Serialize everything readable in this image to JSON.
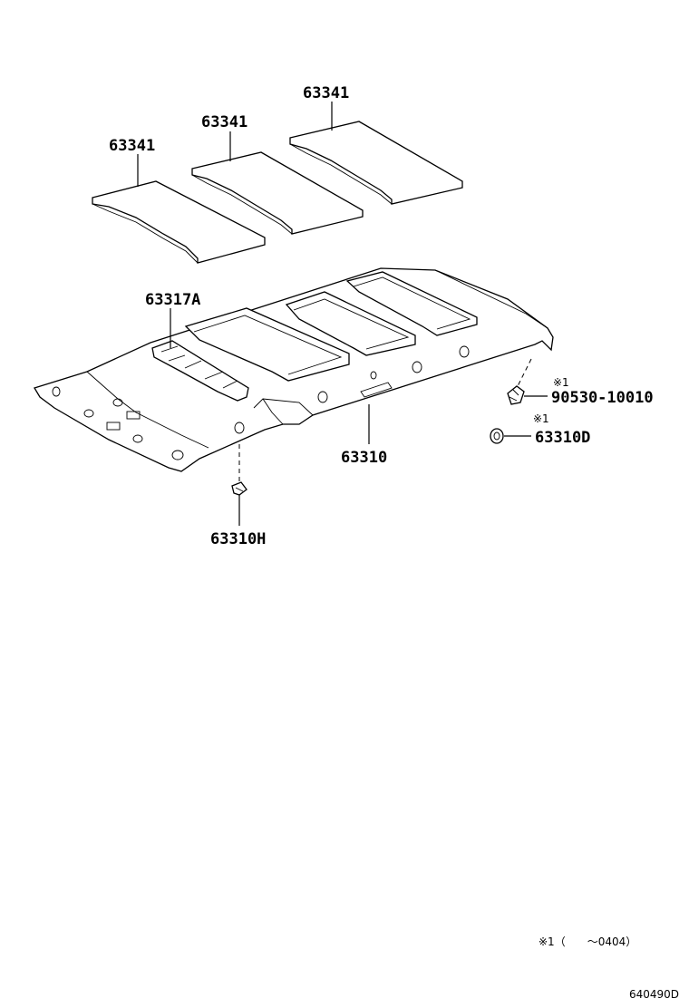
{
  "diagram": {
    "callouts": {
      "pad_left": "63341",
      "pad_middle": "63341",
      "pad_right": "63341",
      "bracket": "63317A",
      "headliner": "63310",
      "clip_bottom": "63310H",
      "screw": "90530-10010",
      "clip_right": "63310D"
    },
    "notes": {
      "screw_mark": "※1",
      "clip_right_mark": "※1"
    },
    "footnote": "※1（　　～0404）",
    "figure_code": "640490D"
  }
}
